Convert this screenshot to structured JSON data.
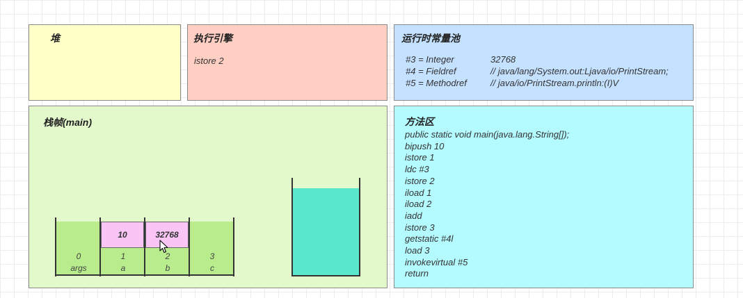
{
  "heap": {
    "title": "堆"
  },
  "engine": {
    "title": "执行引擎",
    "instruction": "istore 2"
  },
  "constant_pool": {
    "title": "运行时常量池",
    "entries": [
      {
        "ref": "#3 = Integer",
        "value": "32768"
      },
      {
        "ref": "#4 = Fieldref",
        "value": "// java/lang/System.out:Ljava/io/PrintStream;"
      },
      {
        "ref": "#5 = Methodref",
        "value": "// java/io/PrintStream.println:(I)V"
      }
    ]
  },
  "stack_frame": {
    "title": "栈帧(main)",
    "local_vars": [
      {
        "index": "0",
        "name": "args",
        "value": ""
      },
      {
        "index": "1",
        "name": "a",
        "value": "10"
      },
      {
        "index": "2",
        "name": "b",
        "value": "32768"
      },
      {
        "index": "3",
        "name": "c",
        "value": ""
      }
    ]
  },
  "method_area": {
    "title": "方法区",
    "lines": [
      "public static void main(java.lang.String[]);",
      "bipush 10",
      "istore 1",
      "ldc #3",
      "istore 2",
      "iload 1",
      "iload 2",
      "iadd",
      "istore 3",
      "getstatic #4l",
      "load 3",
      "invokevirtual #5",
      "return"
    ]
  },
  "colors": {
    "heap": "#ffffc8",
    "engine": "#ffcfc4",
    "constant_pool": "#c4e1ff",
    "stack_frame": "#e3f8cb",
    "method_area": "#b4fbff",
    "slot_fill": "#b9ec8d",
    "slot_value": "#f8c5f5",
    "operand_stack": "#5ae8cd"
  },
  "icons": {
    "cursor": "mouse-pointer-icon"
  }
}
